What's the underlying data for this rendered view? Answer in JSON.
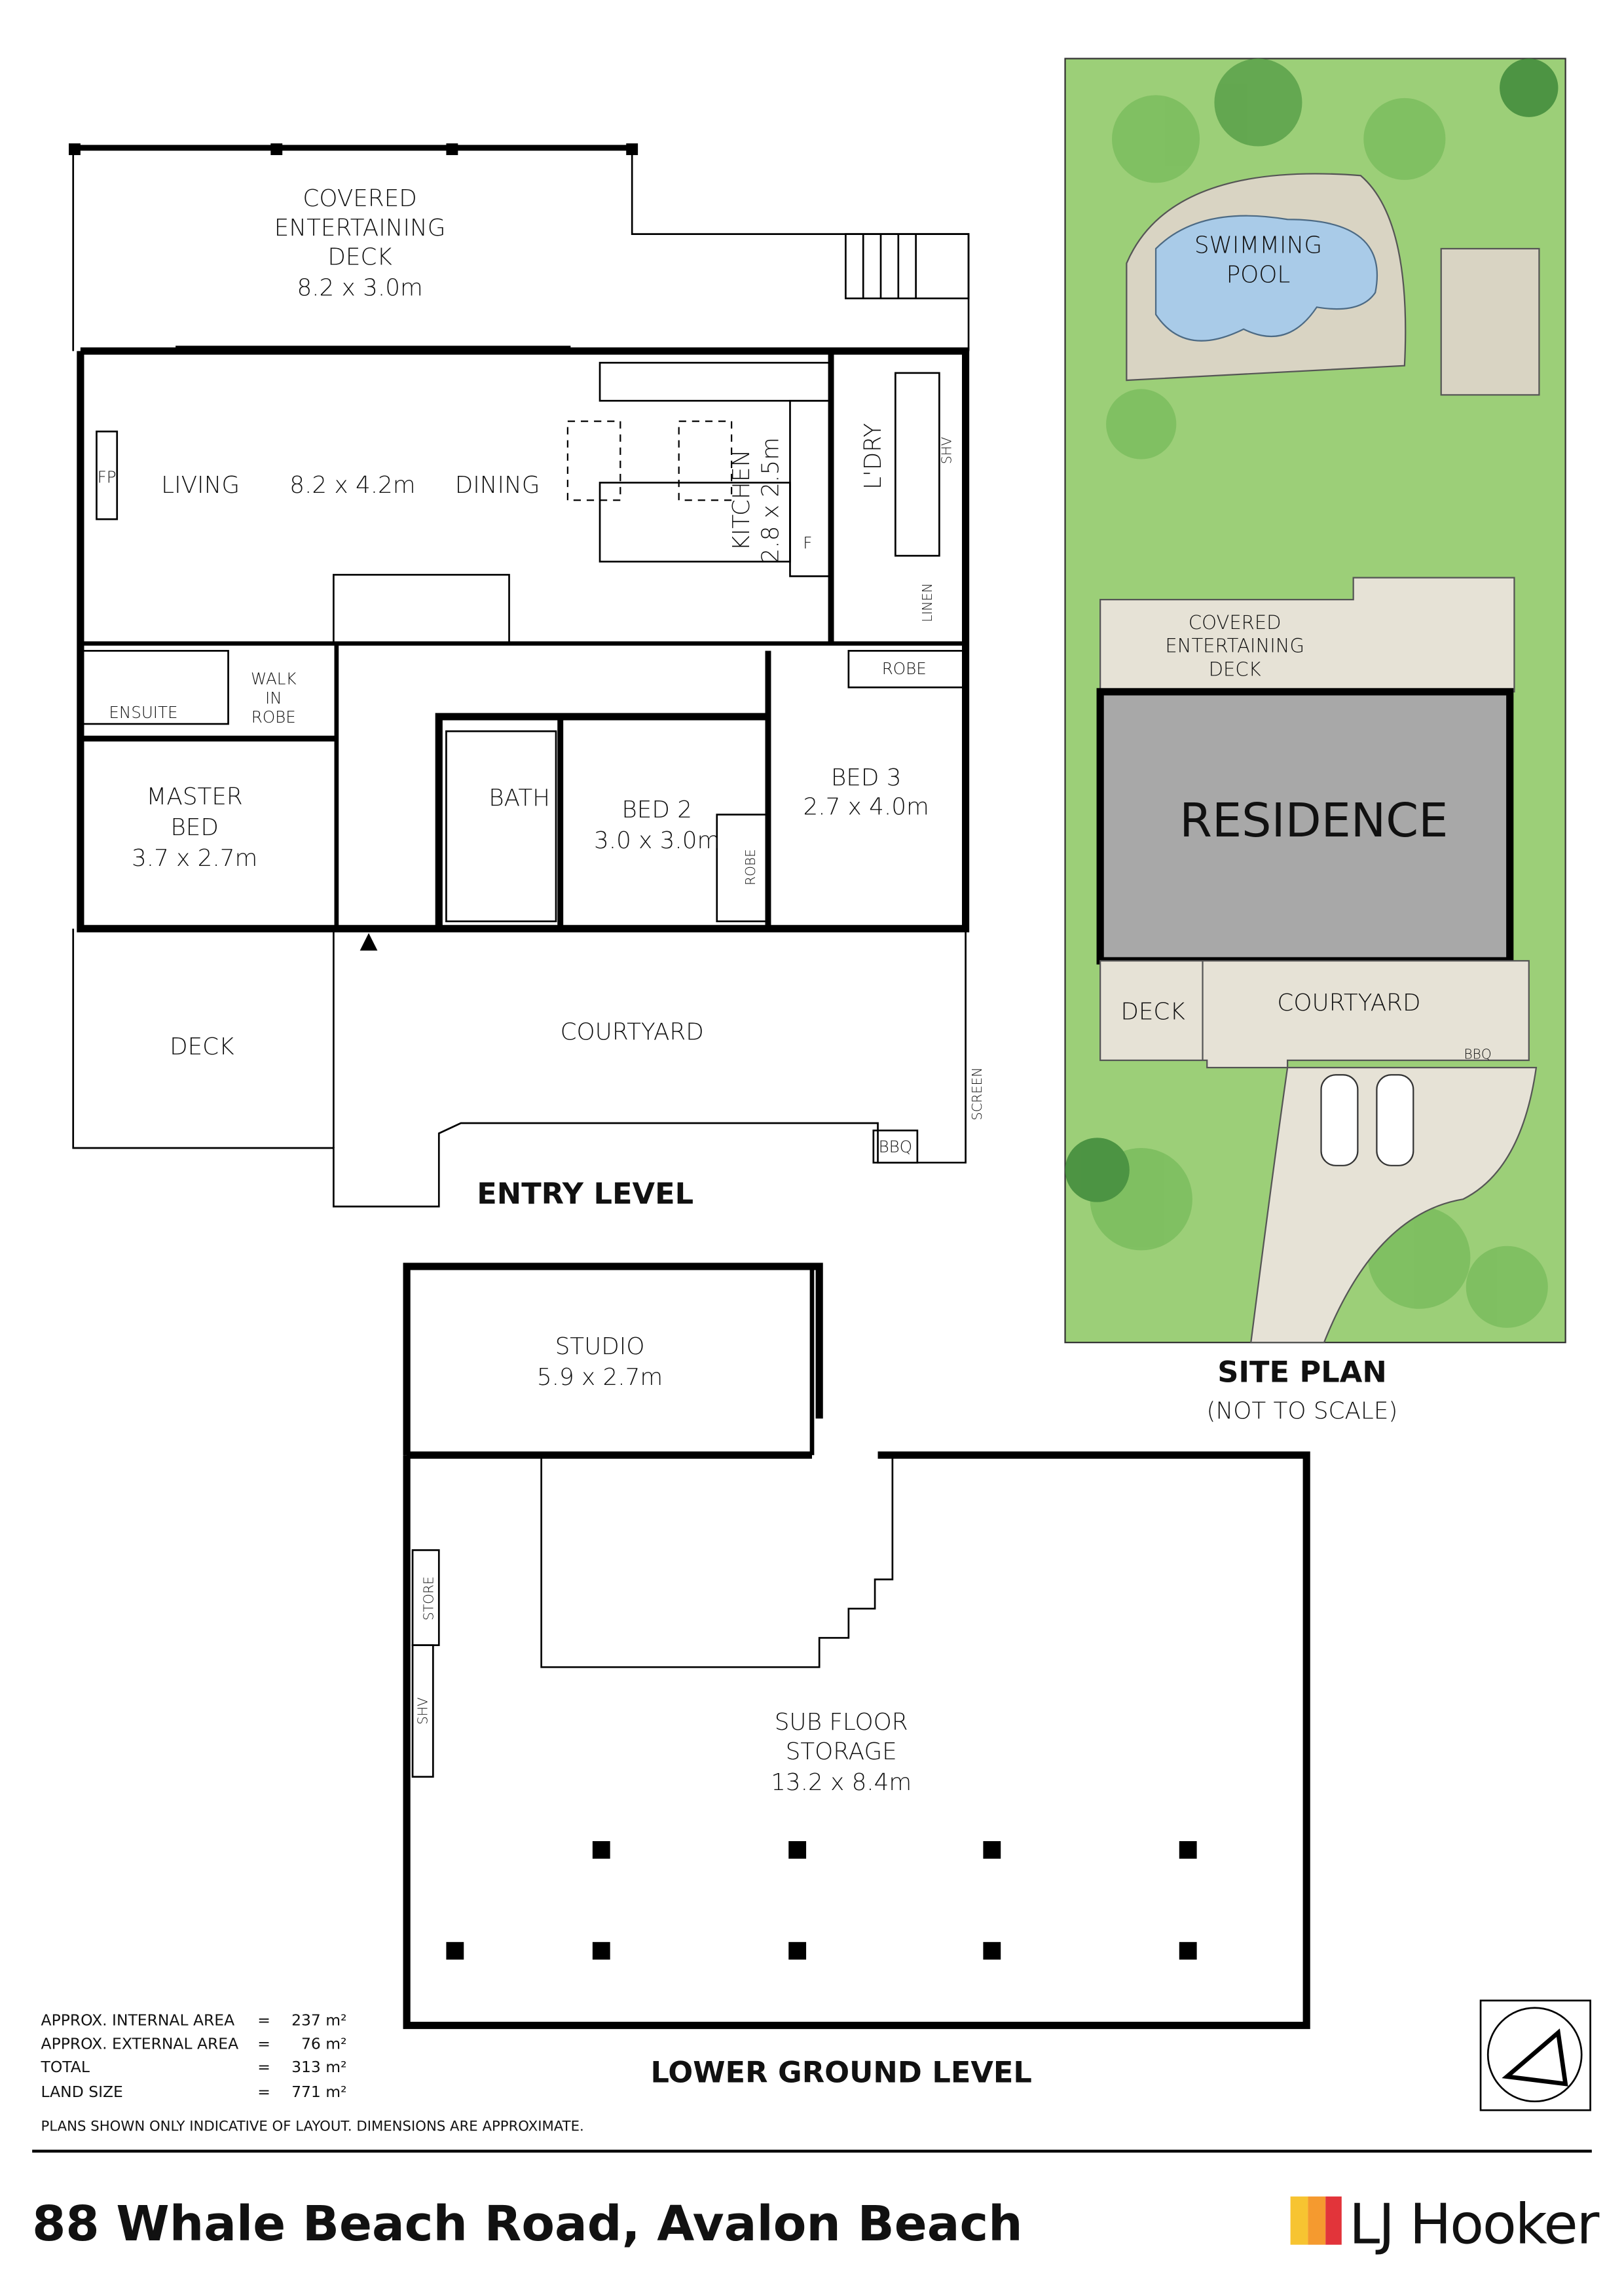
{
  "entry_level": {
    "title": "ENTRY LEVEL",
    "rooms": {
      "deck_covered_1": "COVERED",
      "deck_covered_2": "ENTERTAINING",
      "deck_covered_3": "DECK",
      "deck_covered_dim": "8.2 x 3.0m",
      "fp": "FP",
      "living": "LIVING",
      "living_dim": "8.2 x 4.2m",
      "dining": "DINING",
      "kitchen": "KITCHEN",
      "kitchen_dim": "2.8 x 2.5m",
      "fridge": "F",
      "laundry": "L'DRY",
      "shv": "SHV",
      "linen": "LINEN",
      "ensuite": "ENSUITE",
      "walk_in_1": "WALK",
      "walk_in_2": "IN",
      "walk_in_3": "ROBE",
      "master_1": "MASTER",
      "master_2": "BED",
      "master_dim": "3.7 x 2.7m",
      "bath": "BATH",
      "bed2": "BED 2",
      "bed2_dim": "3.0 x 3.0m",
      "robe": "ROBE",
      "bed3": "BED 3",
      "bed3_dim": "2.7 x 4.0m",
      "bed3_robe": "ROBE",
      "deck": "DECK",
      "courtyard": "COURTYARD",
      "bbq": "BBQ",
      "screen": "SCREEN"
    }
  },
  "lower_level": {
    "title": "LOWER GROUND LEVEL",
    "rooms": {
      "studio": "STUDIO",
      "studio_dim": "5.9 x 2.7m",
      "store": "STORE",
      "shv": "SHV",
      "sub1": "SUB FLOOR",
      "sub2": "STORAGE",
      "sub_dim": "13.2 x 8.4m"
    }
  },
  "site_plan": {
    "title": "SITE PLAN",
    "subtitle": "(NOT TO SCALE)",
    "pool_1": "SWIMMING",
    "pool_2": "POOL",
    "deck_1": "COVERED",
    "deck_2": "ENTERTAINING",
    "deck_3": "DECK",
    "residence": "RESIDENCE",
    "deck": "DECK",
    "courtyard": "COURTYARD",
    "bbq": "BBQ",
    "colors": {
      "lawn": "#9ccf78",
      "residence": "#a8a8a8",
      "paving": "#e6e2d6",
      "pool": "#a9cbe8"
    }
  },
  "areas": [
    {
      "label": "APPROX. INTERNAL AREA",
      "eq": "=",
      "value": "237 m²"
    },
    {
      "label": "APPROX. EXTERNAL AREA",
      "eq": "=",
      "value": "76 m²"
    },
    {
      "label": "TOTAL",
      "eq": "=",
      "value": "313 m²"
    },
    {
      "label": "LAND SIZE",
      "eq": "=",
      "value": "771 m²"
    }
  ],
  "disclaimer": "PLANS SHOWN ONLY INDICATIVE OF LAYOUT.  DIMENSIONS ARE APPROXIMATE.",
  "address": "88 Whale Beach Road, Avalon Beach",
  "brand": {
    "name": "LJ Hooker",
    "colors": [
      "#f7c431",
      "#f59a2f",
      "#e2343a"
    ]
  }
}
